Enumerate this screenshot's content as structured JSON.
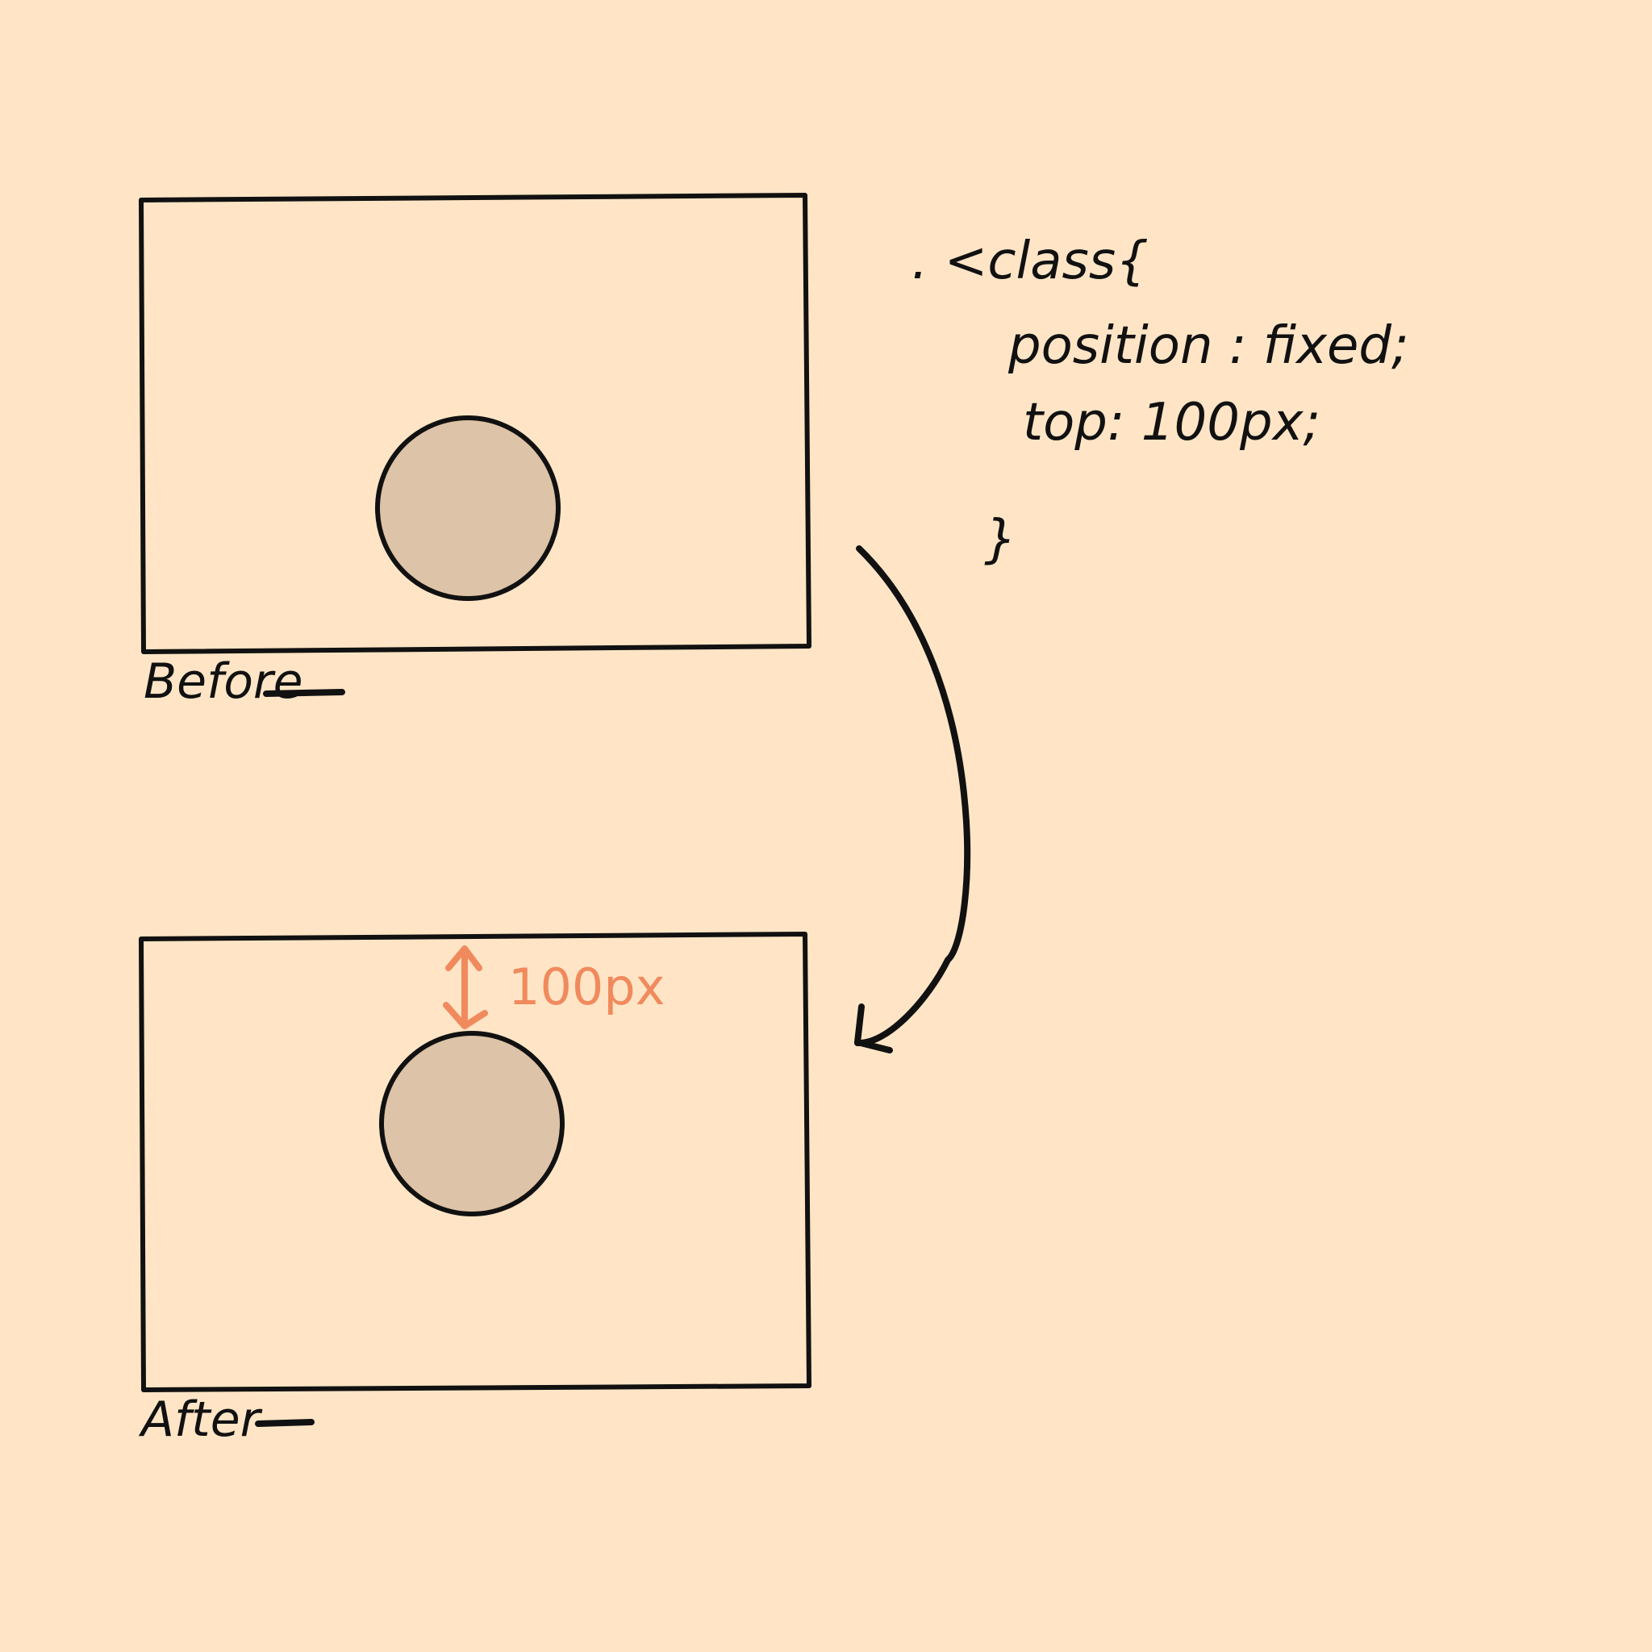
{
  "colors": {
    "background": "#FFE5C6",
    "ink": "#111111",
    "ball_fill": "#DDC3A7",
    "measure": "#F08A5D"
  },
  "panels": {
    "before": {
      "caption": "Before"
    },
    "after": {
      "caption": "After"
    }
  },
  "code": {
    "selector": ". <class{",
    "line1": "position : fixed;",
    "line2": "top:  100px;",
    "close": "}"
  },
  "measure": {
    "label": "100px",
    "icon": "double-arrow-icon"
  },
  "arrow": {
    "icon": "curved-arrow-icon"
  }
}
